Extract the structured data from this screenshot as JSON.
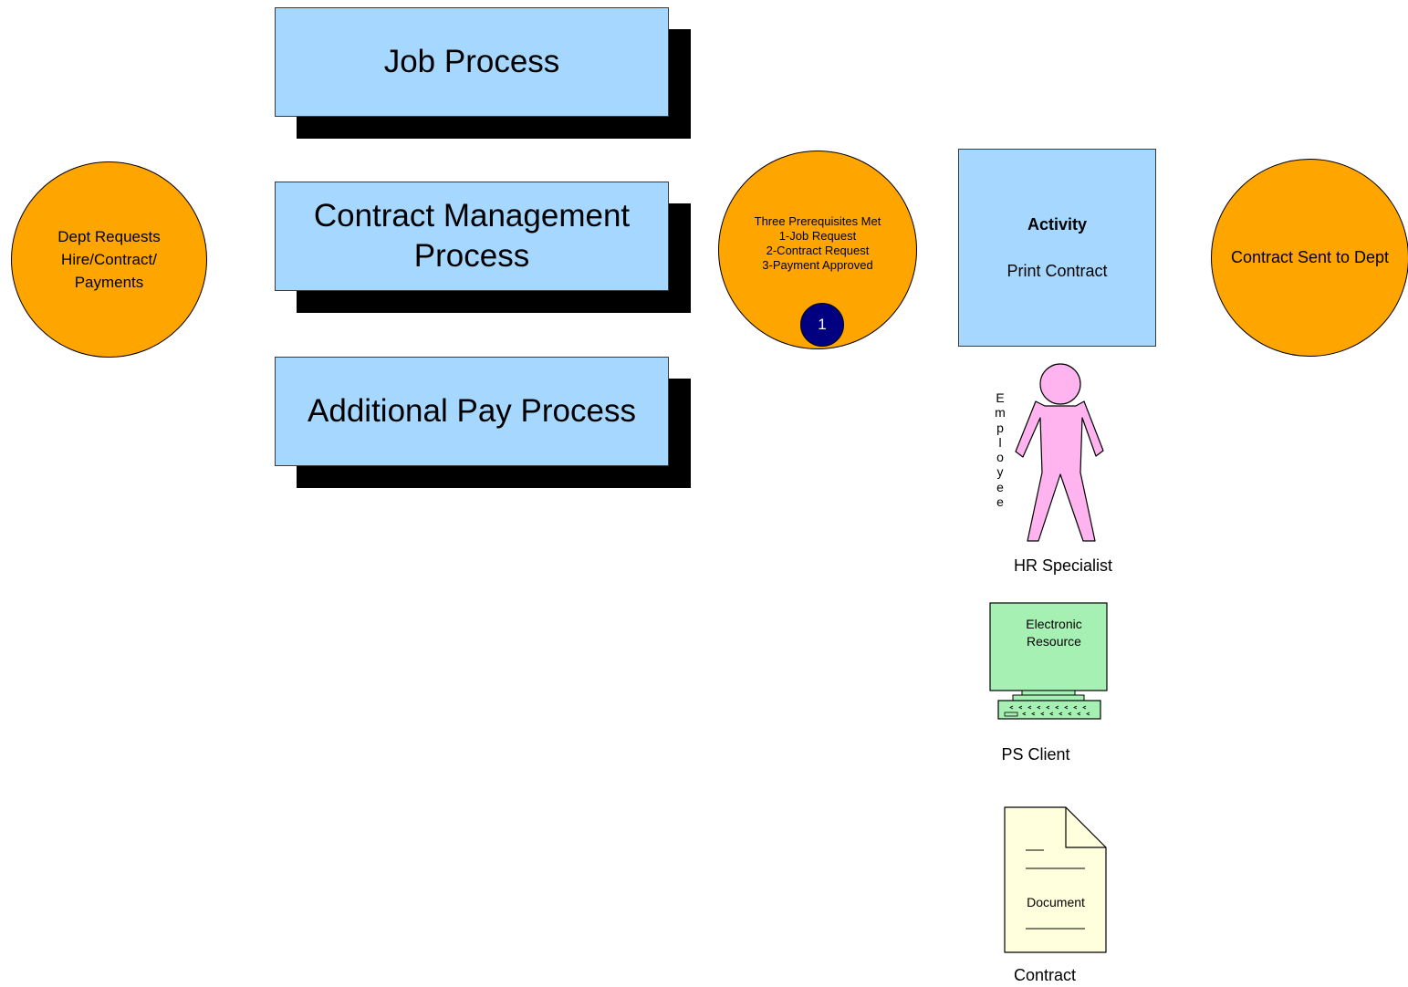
{
  "start_event": {
    "label": "Dept Requests\nHire/Contract/\nPayments"
  },
  "processes": [
    {
      "label": "Job Process"
    },
    {
      "label": "Contract Management\nProcess"
    },
    {
      "label": "Additional Pay Process"
    }
  ],
  "prerequisites": {
    "lines": [
      "Three Prerequisites Met",
      "1-Job Request",
      "2-Contract Request",
      "3-Payment Approved"
    ],
    "badge": "1"
  },
  "activity": {
    "heading": "Activity",
    "name": "Print Contract"
  },
  "end_event": {
    "label": "Contract Sent to Dept"
  },
  "employee": {
    "type_letters": [
      "E",
      "m",
      "p",
      "l",
      "o",
      "y",
      "e",
      "e"
    ],
    "role": "HR Specialist"
  },
  "resource": {
    "screen_text": "Electronic\nResource",
    "name": "PS Client"
  },
  "document": {
    "inner_label": "Document",
    "name": "Contract"
  },
  "colors": {
    "event_fill": "#FFA500",
    "process_fill": "#A6D7FF",
    "person_fill": "#FFB3EF",
    "monitor_fill": "#A6F0B4",
    "document_fill": "#FFFFDD",
    "badge_fill": "#000080"
  }
}
